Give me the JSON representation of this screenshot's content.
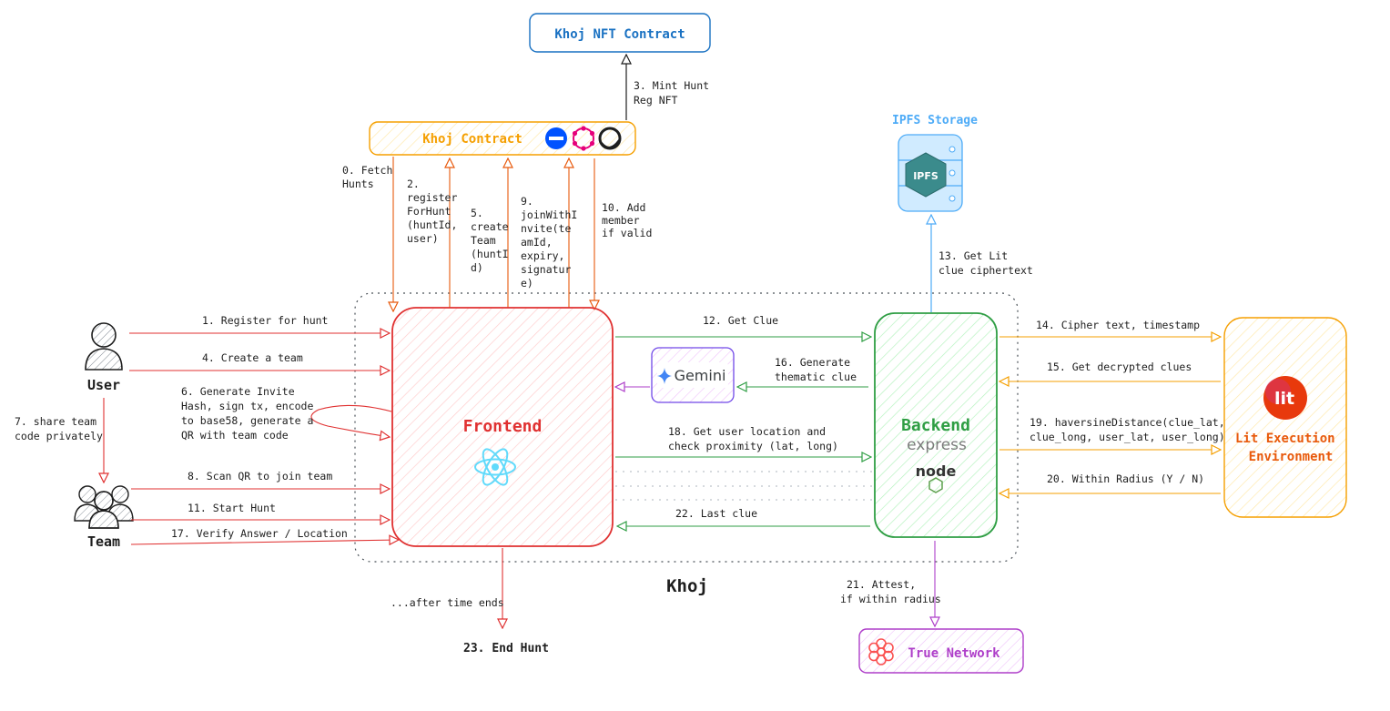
{
  "diagram": {
    "nodes": {
      "nft_contract": "Khoj NFT Contract",
      "khoj_contract": "Khoj Contract",
      "ipfs_title": "IPFS Storage",
      "ipfs_logo": "IPFS",
      "user": "User",
      "team": "Team",
      "frontend": "Frontend",
      "gemini": "Gemini",
      "backend": "Backend",
      "backend_sub1": "express",
      "backend_sub2": "node",
      "lit_logo": "lit",
      "lit_line1": "Lit Execution",
      "lit_line2": "Environment",
      "group_label": "Khoj",
      "end_hunt": "23. End Hunt",
      "true_network": "True Network"
    },
    "edges": {
      "e3": [
        "3. Mint Hunt",
        "Reg NFT"
      ],
      "e0": [
        "0. Fetch",
        "Hunts"
      ],
      "e2": [
        "2.",
        "register",
        "ForHunt",
        "(huntId,",
        "user)"
      ],
      "e5": [
        "5.",
        "create",
        "Team",
        "(huntI",
        "d)"
      ],
      "e9": [
        "9.",
        "joinWithI",
        "nvite(te",
        "amId,",
        "expiry,",
        "signatur",
        "e)"
      ],
      "e10": [
        "10. Add",
        "member",
        "if valid"
      ],
      "e13": [
        "13. Get Lit",
        "clue ciphertext"
      ],
      "e1": "1. Register for hunt",
      "e4": "4. Create a team",
      "e6": [
        "6. Generate Invite",
        "Hash, sign tx, encode",
        "to base58, generate a",
        "QR with team code"
      ],
      "e7": [
        "7. share team",
        "code privately"
      ],
      "e8": "8. Scan QR to join team",
      "e11": "11. Start Hunt",
      "e17": "17. Verify Answer / Location",
      "e12": "12. Get Clue",
      "e16": [
        "16. Generate",
        "thematic clue"
      ],
      "e18": [
        "18. Get user location and",
        "check proximity (lat, long)"
      ],
      "e22": "22. Last clue",
      "e14": "14. Cipher text, timestamp",
      "e15": "15. Get decrypted clues",
      "e19": [
        "19. haversineDistance(clue_lat,",
        "clue_long, user_lat, user_long)"
      ],
      "e20": "20. Within Radius (Y / N)",
      "e21": [
        "21. Attest,",
        "if within radius"
      ],
      "e_end": "...after time ends"
    },
    "colors": {
      "nft_contract": "#1971c2",
      "khoj_contract": "#f08c00",
      "khoj_contract_fill": "#fff3bf",
      "ipfs": "#4dabf7",
      "frontend": "#e03131",
      "backend": "#2f9e44",
      "lit": "#e8590c",
      "gemini": "#7048e8",
      "true_network": "#ae3ec9",
      "user_arrows": "#e03131",
      "lit_arrows": "#f08c00",
      "ink": "#1e1e1e"
    }
  }
}
